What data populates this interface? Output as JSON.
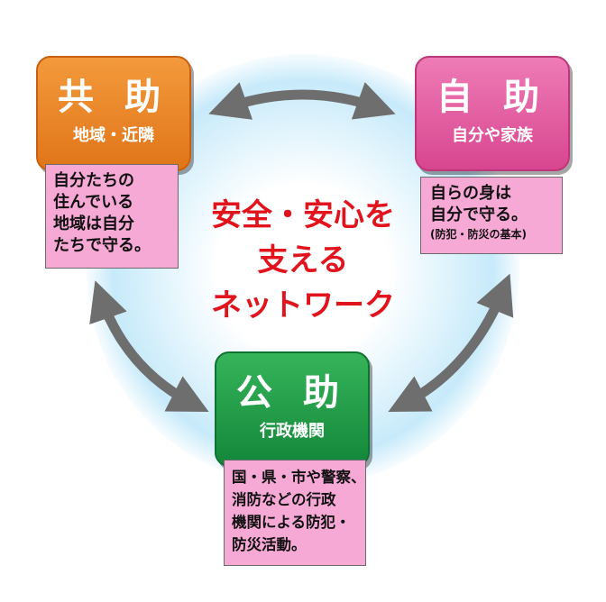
{
  "center_text": {
    "line1": "安全・安心を",
    "line2": "支える",
    "line3": "ネットワーク"
  },
  "boxes": {
    "kyojo": {
      "title": "共 助",
      "subtitle": "地域・近隣",
      "note_lines": [
        "自分たちの",
        "住んでいる",
        "地域は自分",
        "たちで守る。"
      ]
    },
    "jijo": {
      "title": "自 助",
      "subtitle": "自分や家族",
      "note_lines": [
        "自らの身は",
        "自分で守る。"
      ],
      "note_small": "(防犯・防災の基本)"
    },
    "kojo": {
      "title": "公 助",
      "subtitle": "行政機関",
      "note_lines": [
        "国・県・市や警察、",
        "消防などの行政",
        "機関による防犯・",
        "防災活動。"
      ]
    }
  },
  "colors": {
    "kyojo": "#e8801f",
    "jijo": "#e2579e",
    "kojo": "#1e9a45",
    "note_bg": "#f7a9d6",
    "center_text": "#e1141e",
    "arrow": "#6e6e6e",
    "glow": "#c7eafa"
  }
}
